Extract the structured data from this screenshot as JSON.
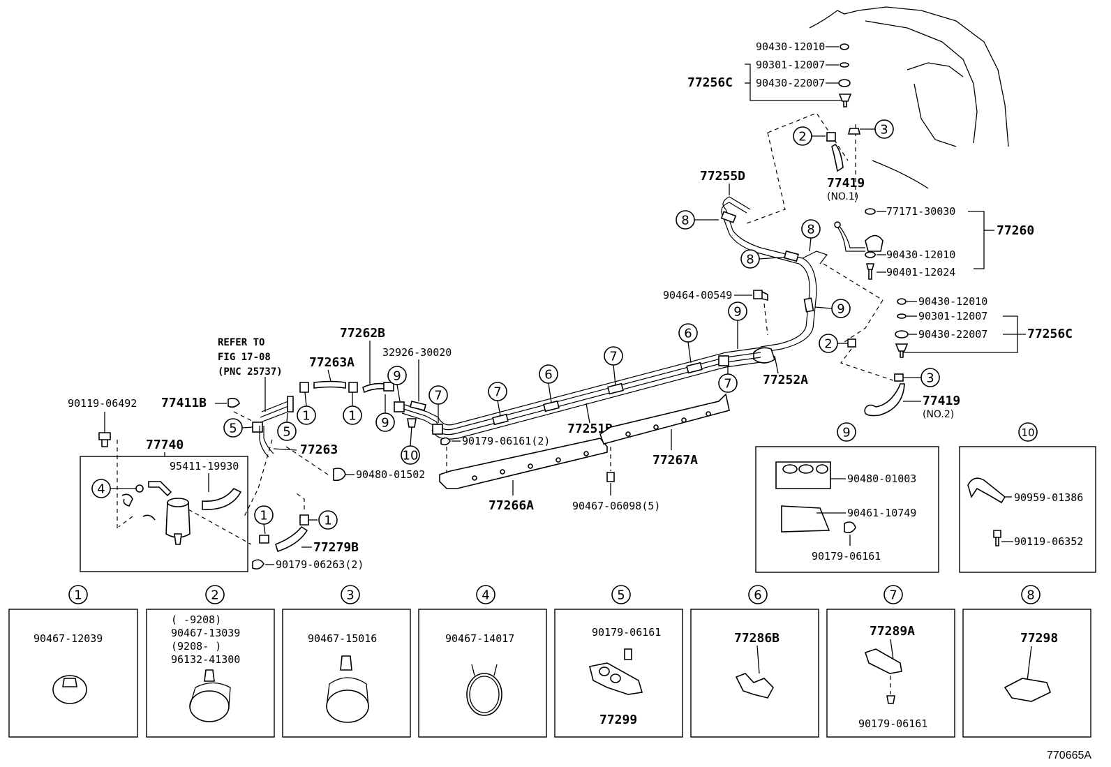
{
  "labels": {
    "p90430_12010_top": "90430-12010",
    "p90301_12007_top": "90301-12007",
    "p90430_22007_top": "90430-22007",
    "p77256C_top": "77256C",
    "p77419_no1": "77419",
    "no1": "(NO.1)",
    "p77255D": "77255D",
    "p77171_30030": "77171-30030",
    "p77260": "77260",
    "p90430_12010_mid": "90430-12010",
    "p90401_12024": "90401-12024",
    "p90464_00549": "90464-00549",
    "p90430_12010_low": "90430-12010",
    "p90301_12007_low": "90301-12007",
    "p90430_22007_low": "90430-22007",
    "p77256C_low": "77256C",
    "p77252A": "77252A",
    "p77419_no2": "77419",
    "no2": "(NO.2)",
    "p77262B": "77262B",
    "p32926_30020": "32926-30020",
    "p77263A": "77263A",
    "ref1": "REFER TO",
    "ref2": "FIG 17-08",
    "ref3": "(PNC 25737)",
    "p90119_06492": "90119-06492",
    "p77411B": "77411B",
    "p77263": "77263",
    "p77740": "77740",
    "p95411_19930": "95411-19930",
    "p90480_01502": "90480-01502",
    "p77279B": "77279B",
    "p90179_06263": "90179-06263(2)",
    "p77251B": "77251B",
    "p90179_06161_2": "90179-06161(2)",
    "p77267A": "77267A",
    "p77266A": "77266A",
    "p90467_06098": "90467-06098(5)",
    "p90480_01003": "90480-01003",
    "p90461_10749": "90461-10749",
    "p90179_06161_b9": "90179-06161",
    "p90959_01386": "90959-01386",
    "p90119_06352": "90119-06352",
    "b1_part": "90467-12039",
    "b2_range1": "(      -9208)",
    "b2_part1": "90467-13039",
    "b2_range2": "(9208-      )",
    "b2_part2": "96132-41300",
    "b3_part": "90467-15016",
    "b4_part": "90467-14017",
    "b5_part1": "90179-06161",
    "b5_part2": "77299",
    "b6_part": "77286B",
    "b7_part1": "77289A",
    "b7_part2": "90179-06161",
    "b8_part": "77298",
    "figure_code": "770665A"
  },
  "callouts": [
    "1",
    "2",
    "3",
    "4",
    "5",
    "6",
    "7",
    "8",
    "9",
    "10"
  ]
}
